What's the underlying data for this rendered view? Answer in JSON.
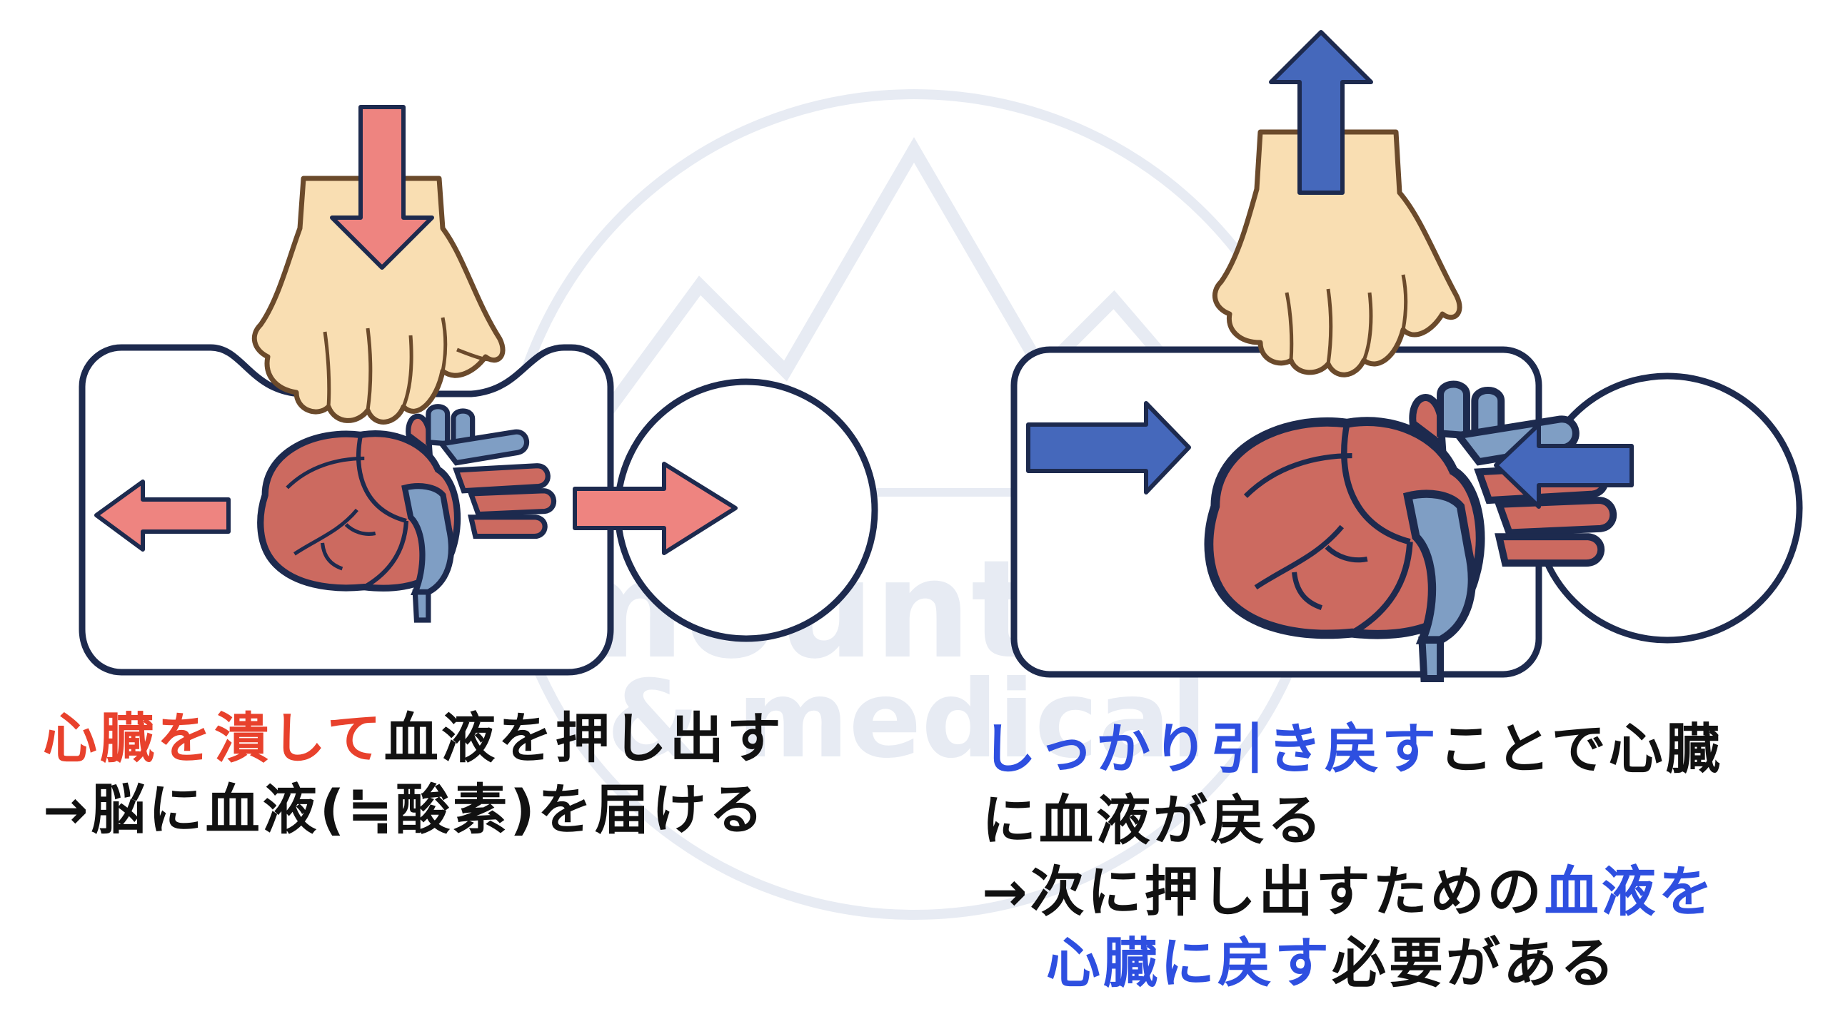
{
  "watermark": {
    "line1": "mountain",
    "line2": "& medical",
    "color": "#e7ebf3"
  },
  "colors": {
    "outline": "#1d2a4e",
    "press_arrow": "#ee8480",
    "pull_arrow": "#4568bb",
    "hand_skin": "#f9deb2",
    "hand_outline": "#6b4a2b",
    "heart_red": "#cc6a60",
    "heart_blue": "#7f9ec4",
    "text_red": "#e8412c",
    "text_blue": "#2e4fe0"
  },
  "panels": {
    "compression": {
      "icons": [
        "hand-icon",
        "heart-icon",
        "down-arrow-icon",
        "left-arrow-icon",
        "right-arrow-icon"
      ]
    },
    "recoil": {
      "icons": [
        "hand-icon",
        "heart-icon",
        "up-arrow-icon",
        "inward-arrow-icon"
      ]
    }
  },
  "captions": {
    "left": {
      "line1": {
        "red": "心臓を潰して",
        "black": "血液を押し出す"
      },
      "line2": "→脳に血液(≒酸素)を届ける"
    },
    "right": {
      "line1": {
        "blue": "しっかり引き戻す",
        "black": "ことで心臓"
      },
      "line2": "に血液が戻る",
      "line3": {
        "black": "→次に押し出すための",
        "blue": "血液を"
      },
      "line4": {
        "blue": "心臓に戻す",
        "black": "必要がある"
      }
    }
  }
}
